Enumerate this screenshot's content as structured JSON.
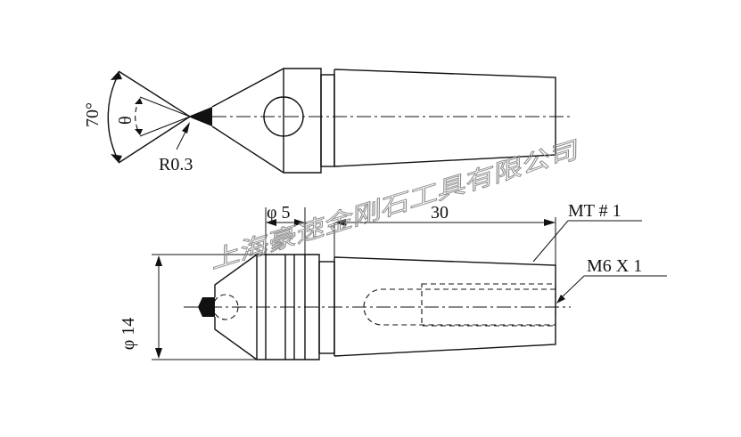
{
  "labels": {
    "angle_70": "70°",
    "angle_theta": "θ",
    "radius": "R0.3",
    "dia_5": "φ 5",
    "len_30": "30",
    "taper": "MT # 1",
    "thread": "M6 X 1",
    "dia_14": "φ 14"
  },
  "watermark": "上海豪速金刚石工具有限公司"
}
